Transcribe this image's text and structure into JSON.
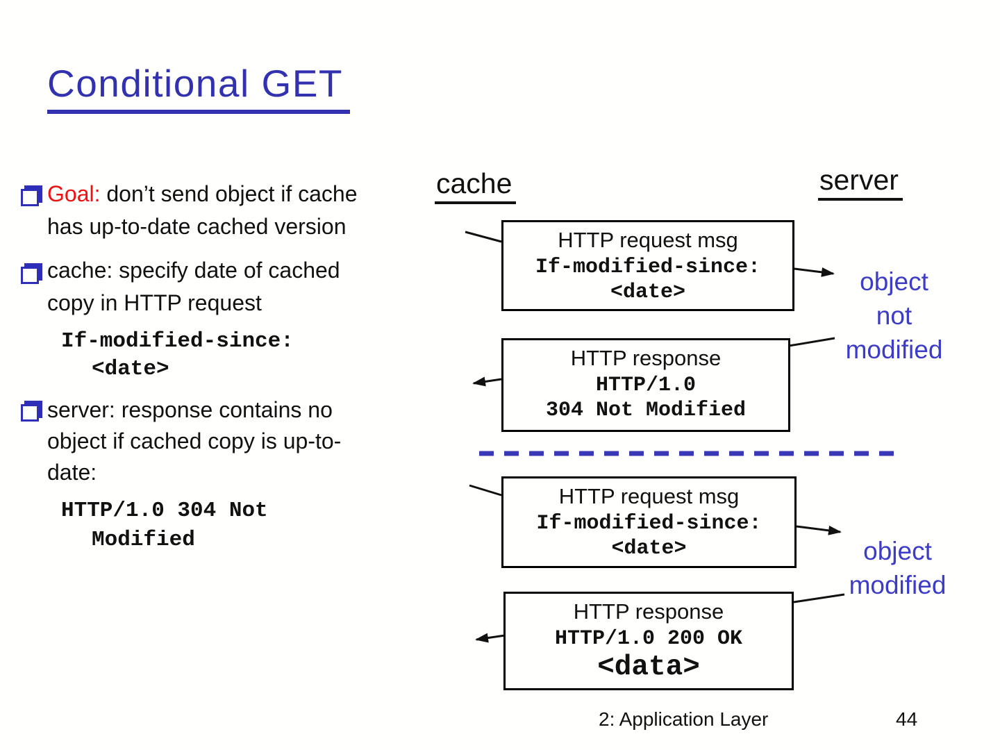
{
  "slide": {
    "title": "Conditional GET"
  },
  "bullets": {
    "b1": {
      "lead": "Goal:",
      "line1": " don’t send object if cache",
      "line2": "has up-to-date cached version"
    },
    "b2": {
      "line1": "cache: specify date of cached",
      "line2": "copy in HTTP request",
      "code1": "If-modified-since:",
      "code2": "<date>"
    },
    "b3": {
      "line1": "server: response contains no",
      "line2": "object if cached copy is up-to-",
      "line3": "date:",
      "code1": "HTTP/1.0 304 Not",
      "code2": "Modified"
    }
  },
  "diagram": {
    "cache_label": "cache",
    "server_label": "server",
    "box1": {
      "title": "HTTP request msg",
      "code1": "If-modified-since:",
      "code2": "<date>"
    },
    "box2": {
      "title": "HTTP response",
      "code1": "HTTP/1.0",
      "code2": "304 Not Modified"
    },
    "box3": {
      "title": "HTTP request msg",
      "code1": "If-modified-since:",
      "code2": "<date>"
    },
    "box4": {
      "title": "HTTP response",
      "code1": "HTTP/1.0 200 OK",
      "code2": "<data>"
    },
    "note1": {
      "line1": "object",
      "line2": "not",
      "line3": "modified"
    },
    "note2": {
      "line1": "object",
      "line2": "modified"
    }
  },
  "footer": {
    "section": "2: Application Layer",
    "page_number": "44"
  },
  "colors": {
    "title_blue": "#3232b0",
    "bullet_blue": "#2e2eb8",
    "annotation_blue": "#3c3cc8",
    "dash_blue": "#3939b8",
    "goal_red": "#ee1111",
    "text_black": "#111111",
    "background": "#fffffd"
  }
}
